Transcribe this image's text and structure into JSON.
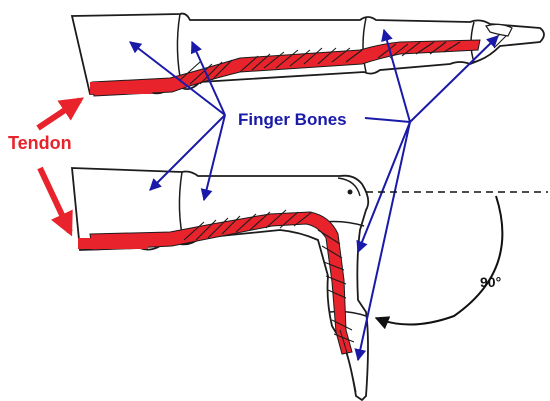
{
  "labels": {
    "tendon": "Tendon",
    "finger_bones": "Finger Bones",
    "angle": "90°"
  },
  "colors": {
    "tendon": "#e8232b",
    "arrow": "#1a1aa8",
    "outline": "#1c1c1c",
    "fill": "#ffffff"
  }
}
